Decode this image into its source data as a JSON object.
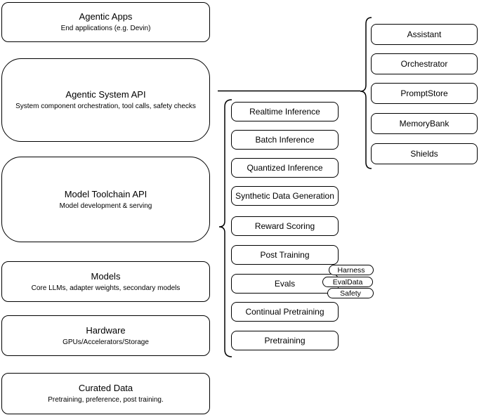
{
  "colors": {
    "stroke": "#000000",
    "fill": "#ffffff",
    "text": "#000000",
    "background": "#ffffff"
  },
  "stack": [
    {
      "title": "Agentic Apps",
      "subtitle": "End applications (e.g. Devin)"
    },
    {
      "title": "Agentic System API",
      "subtitle": "System component orchestration, tool calls, safety checks"
    },
    {
      "title": "Model Toolchain API",
      "subtitle": "Model development & serving"
    },
    {
      "title": "Models",
      "subtitle": "Core LLMs, adapter weights, secondary models"
    },
    {
      "title": "Hardware",
      "subtitle": "GPUs/Accelerators/Storage"
    },
    {
      "title": "Curated Data",
      "subtitle": "Pretraining, preference, post training."
    }
  ],
  "toolchain": {
    "items": [
      "Realtime Inference",
      "Batch Inference",
      "Quantized Inference",
      "Synthetic Data Generation",
      "Reward Scoring",
      "Post Training",
      "Evals",
      "Continual Pretraining",
      "Pretraining"
    ]
  },
  "evals_tags": [
    "Harness",
    "EvalData",
    "Safety"
  ],
  "system_components": [
    "Assistant",
    "Orchestrator",
    "PromptStore",
    "MemoryBank",
    "Shields"
  ]
}
